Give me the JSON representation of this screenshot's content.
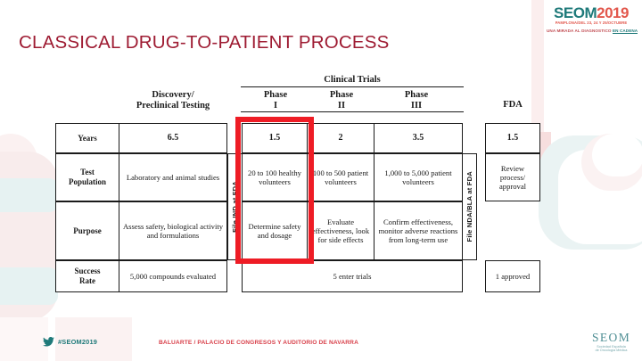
{
  "slide": {
    "title": "CLASSICAL DRUG-TO-PATIENT PROCESS",
    "title_color": "#9e1b32"
  },
  "event_logo": {
    "name_part1": "SEOM",
    "name_part2": "2019",
    "dates": "PAMPLONA/DEL 23, 24 Y 25/OCTUBRE",
    "tagline_lead": "UNA MIRADA AL DIAGNOSTICO",
    "tagline_highlight": "EN CADENA",
    "color_teal": "#1f7a7a",
    "color_red": "#e2574c"
  },
  "diagram": {
    "group_header": "Clinical Trials",
    "column_headers": [
      {
        "line1": "Discovery/",
        "line2": "Preclinical Testing"
      },
      {
        "line1": "Phase",
        "line2": "I"
      },
      {
        "line1": "Phase",
        "line2": "II"
      },
      {
        "line1": "Phase",
        "line2": "III"
      },
      {
        "line1": "FDA",
        "line2": ""
      }
    ],
    "vertical_labels": [
      "File IND at FDA",
      "File NDA/BLA at FDA"
    ],
    "row_labels": [
      {
        "line1": "Years",
        "line2": ""
      },
      {
        "line1": "Test",
        "line2": "Population"
      },
      {
        "line1": "Purpose",
        "line2": ""
      },
      {
        "line1": "Success",
        "line2": "Rate"
      }
    ],
    "rows": [
      {
        "label": "Years",
        "discovery": "6.5",
        "phase1": "1.5",
        "phase2": "2",
        "phase3": "3.5",
        "fda": "1.5"
      },
      {
        "label": "Test Population",
        "discovery": "Laboratory and animal studies",
        "phase1": "20 to 100 healthy volunteers",
        "phase2": "100 to 500 patient volunteers",
        "phase3": "1,000 to 5,000 patient volunteers",
        "fda": "Review process/ approval"
      },
      {
        "label": "Purpose",
        "discovery": "Assess safety, biological activity and formulations",
        "phase1": "Determine safety and dosage",
        "phase2": "Evaluate effectiveness, look for side effects",
        "phase3": "Confirm effectiveness, monitor adverse reactions from long-term use",
        "fda": ""
      },
      {
        "label": "Success Rate",
        "discovery": "5,000 compounds evaluated",
        "clinical_span": "5 enter trials",
        "fda": "1 approved"
      }
    ],
    "highlight": {
      "target": "Phase I",
      "color": "#ee1c25"
    }
  },
  "footer": {
    "hashtag": "#SEOM2019",
    "venue": "BALUARTE / PALACIO DE CONGRESOS Y AUDITORIO DE NAVARRA",
    "org_mark": "SEOM",
    "org_sub1": "Sociedad Española",
    "org_sub2": "de Oncología Médica"
  }
}
